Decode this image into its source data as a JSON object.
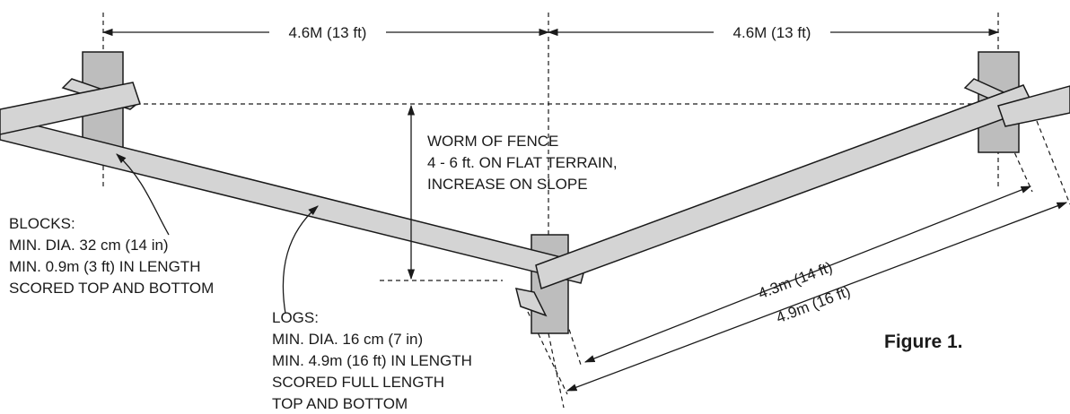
{
  "dimensions": {
    "top_left": "4.6M (13 ft)",
    "top_right": "4.6M (13 ft)",
    "diag_inner": "4.3m (14 ft)",
    "diag_outer": "4.9m (16 ft)"
  },
  "worm": {
    "line1": "WORM OF FENCE",
    "line2": "4 - 6 ft. ON FLAT TERRAIN,",
    "line3": "INCREASE ON SLOPE"
  },
  "blocks": {
    "line1": "BLOCKS:",
    "line2": "MIN. DIA. 32 cm (14 in)",
    "line3": "MIN. 0.9m (3 ft) IN LENGTH",
    "line4": "SCORED TOP AND BOTTOM"
  },
  "logs": {
    "line1": "LOGS:",
    "line2": "MIN. DIA. 16 cm (7 in)",
    "line3": "MIN. 4.9m (16 ft) IN LENGTH",
    "line4": "SCORED FULL LENGTH",
    "line5": "TOP AND BOTTOM"
  },
  "figure_label": "Figure 1."
}
